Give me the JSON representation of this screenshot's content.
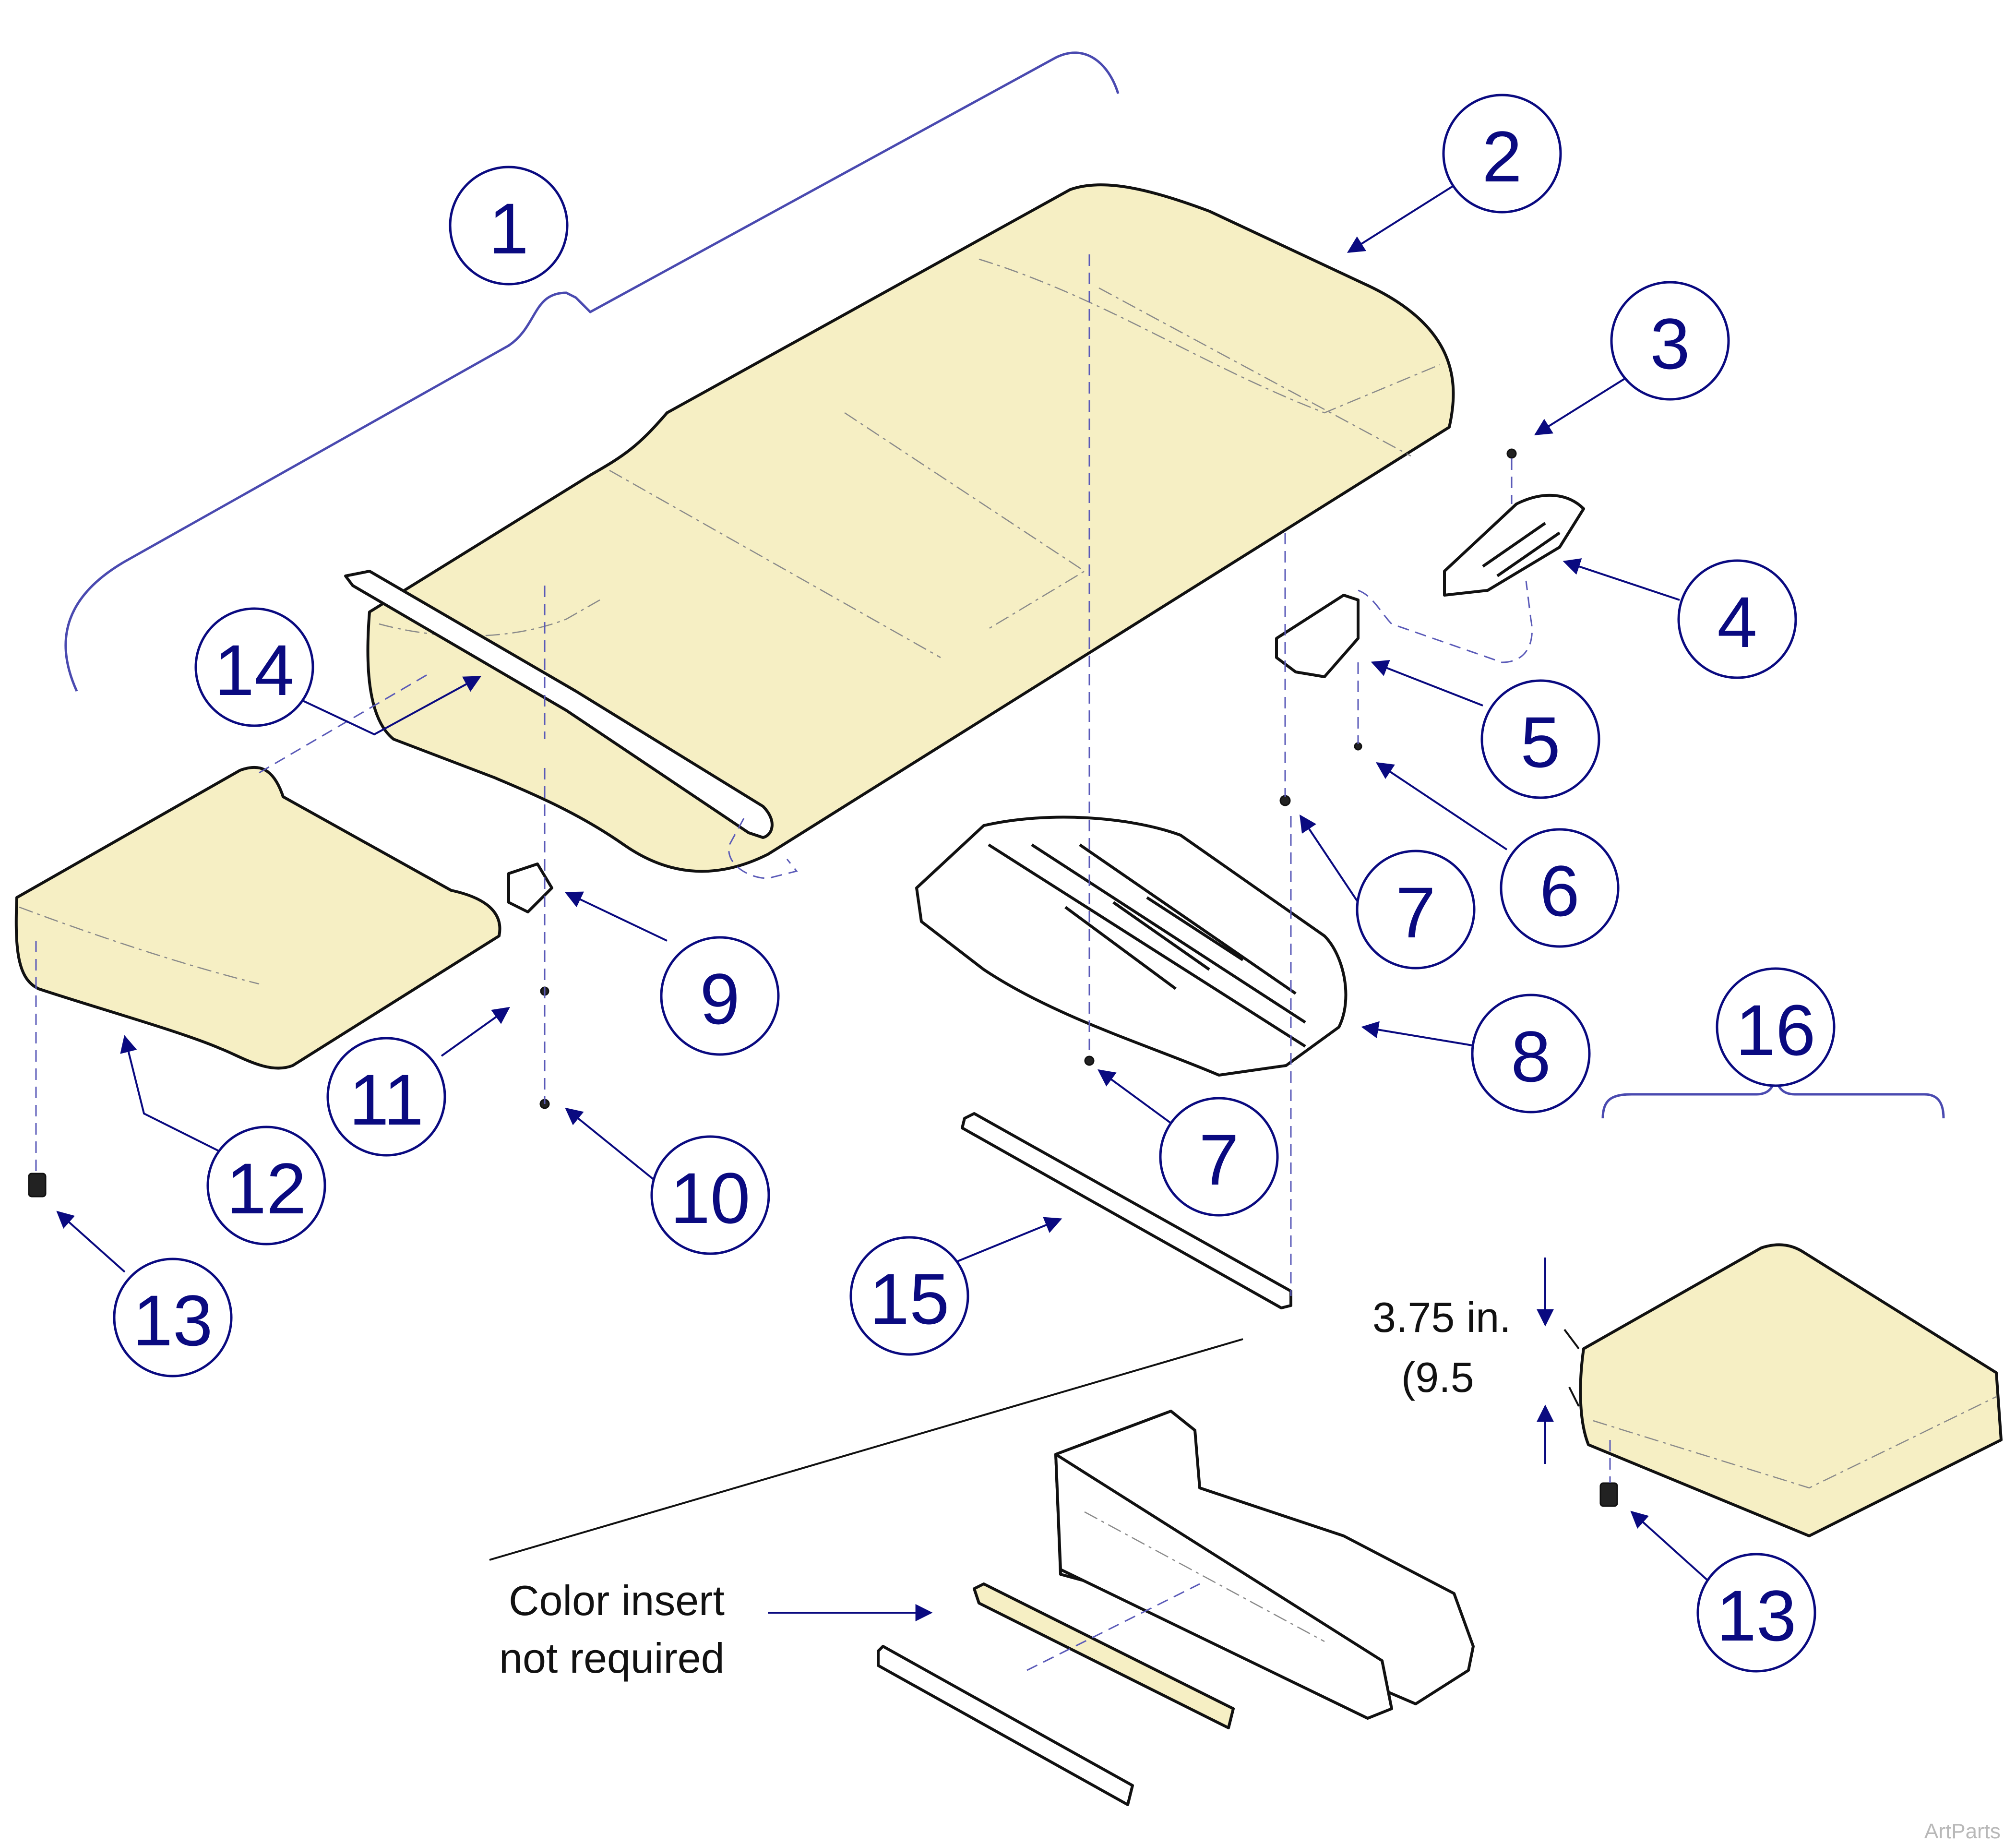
{
  "callouts": [
    {
      "id": "c1",
      "label": "1"
    },
    {
      "id": "c2",
      "label": "2"
    },
    {
      "id": "c3",
      "label": "3"
    },
    {
      "id": "c4",
      "label": "4"
    },
    {
      "id": "c5",
      "label": "5"
    },
    {
      "id": "c6",
      "label": "6"
    },
    {
      "id": "c7a",
      "label": "7"
    },
    {
      "id": "c7b",
      "label": "7"
    },
    {
      "id": "c8",
      "label": "8"
    },
    {
      "id": "c9",
      "label": "9"
    },
    {
      "id": "c10",
      "label": "10"
    },
    {
      "id": "c11",
      "label": "11"
    },
    {
      "id": "c12",
      "label": "12"
    },
    {
      "id": "c13a",
      "label": "13"
    },
    {
      "id": "c13b",
      "label": "13"
    },
    {
      "id": "c14",
      "label": "14"
    },
    {
      "id": "c15",
      "label": "15"
    },
    {
      "id": "c16",
      "label": "16"
    }
  ],
  "dimension": {
    "line1": "3.75 in.",
    "line2": "(9.5"
  },
  "insert_note": {
    "line1": "Color insert",
    "line2": "not required"
  },
  "watermark": "ArtParts",
  "colors": {
    "callout": "#0a0a80",
    "foam": "#f6efc4",
    "outline": "#111111"
  }
}
